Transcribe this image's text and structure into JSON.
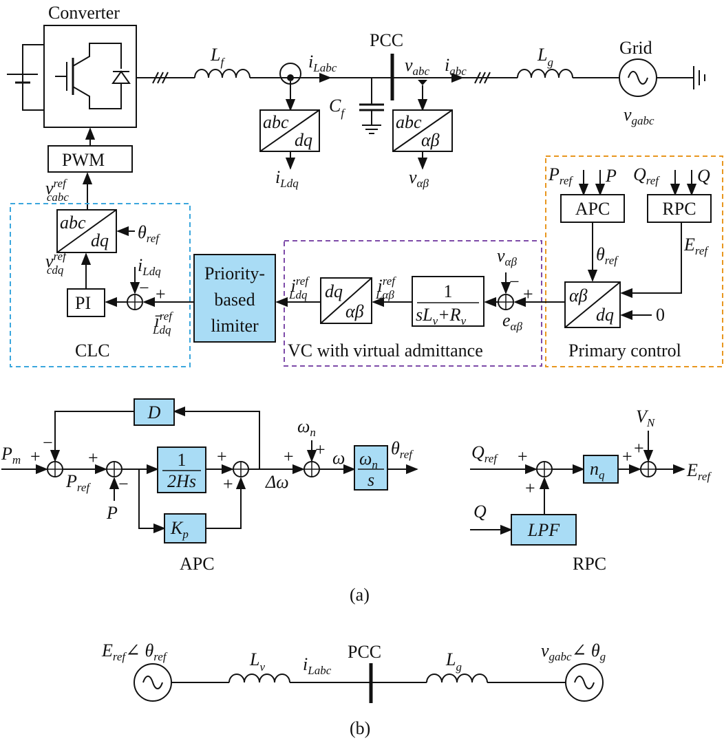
{
  "top": {
    "converter": "Converter",
    "pcc": "PCC",
    "grid": "Grid",
    "pwm": "PWM",
    "pi": "PI",
    "apc": "APC",
    "rpc": "RPC",
    "clc": "CLC",
    "vc_label": "VC with virtual admittance",
    "primary_label": "Primary control",
    "limiter_lines": [
      "Priority-",
      "based",
      "limiter"
    ],
    "zero": "0",
    "abc": "abc",
    "dq": "dq",
    "alphabeta": "αβ",
    "one": "1",
    "sym": {
      "Lf": [
        "L",
        "f"
      ],
      "Lg": [
        "L",
        "g"
      ],
      "Cf": [
        "C",
        "f"
      ],
      "iLabc": [
        "i",
        "Labc"
      ],
      "vabc": [
        "v",
        "abc"
      ],
      "iabc": [
        "i",
        "abc"
      ],
      "vgabc": [
        "v",
        "gabc"
      ],
      "iLdq": [
        "i",
        "Ldq"
      ],
      "valphabeta": [
        "v",
        "αβ"
      ],
      "vcabc_ref": [
        "v",
        "cabc",
        "ref"
      ],
      "vcdq_ref": [
        "v",
        "cdq",
        "ref"
      ],
      "theta_ref": [
        "θ",
        "ref"
      ],
      "Pref": [
        "P",
        "ref"
      ],
      "P": "P",
      "Qref": [
        "Q",
        "ref"
      ],
      "Q": "Q",
      "Eref": [
        "E",
        "ref"
      ],
      "iLdq_ref": [
        "i",
        "Ldq",
        "ref"
      ],
      "iLdq_bar_ref": [
        "ī",
        "Ldq",
        "ref"
      ],
      "iLab_ref": [
        "i",
        "Lαβ",
        "ref"
      ],
      "e_ab": [
        "e",
        "αβ"
      ],
      "den": [
        "sL",
        "v",
        "+R",
        "v"
      ]
    }
  },
  "apc": {
    "D": "D",
    "Pm": [
      "P",
      "m"
    ],
    "Pref": [
      "P",
      "ref"
    ],
    "P": "P",
    "num": "1",
    "den": "2Hs",
    "Kp": [
      "K",
      "p"
    ],
    "dw": "Δω",
    "wn": [
      "ω",
      "n"
    ],
    "w": "ω",
    "wn_s_num": [
      "ω",
      "n"
    ],
    "wn_s_den": "s",
    "theta": [
      "θ",
      "ref"
    ],
    "caption": "APC"
  },
  "rpc": {
    "Qref": [
      "Q",
      "ref"
    ],
    "Q": "Q",
    "nq": [
      "n",
      "q"
    ],
    "VN": [
      "V",
      "N"
    ],
    "Eref": [
      "E",
      "ref"
    ],
    "LPF": "LPF",
    "caption": "RPC"
  },
  "captions": {
    "a": "(a)",
    "b": "(b)"
  },
  "bottom": {
    "src_left": [
      "E",
      "ref",
      "∠ θ",
      "ref"
    ],
    "Lv": [
      "L",
      "v"
    ],
    "iLabc": [
      "i",
      "Labc"
    ],
    "pcc": "PCC",
    "Lg": [
      "L",
      "g"
    ],
    "src_right": [
      "v",
      "gabc",
      "∠ θ",
      "g"
    ]
  },
  "colors": {
    "block_fill": "#a9dcf5",
    "clc_border": "#3aa6dd",
    "vc_border": "#7d4aa8",
    "primary_border": "#e8961e"
  }
}
